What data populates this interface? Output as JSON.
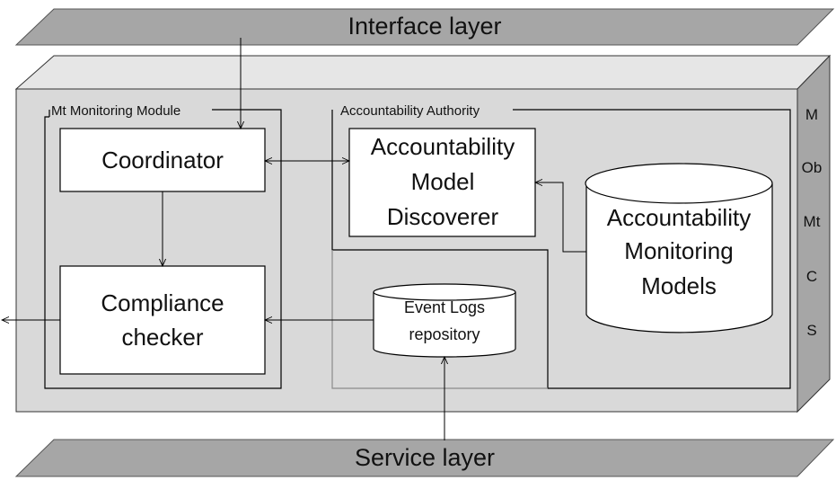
{
  "layers": {
    "interface": "Interface layer",
    "service": "Service layer"
  },
  "modules": {
    "monitoring": "Mt Monitoring Module",
    "authority": "Accountability Authority"
  },
  "boxes": {
    "coordinator": "Coordinator",
    "compliance": [
      "Compliance",
      "checker"
    ],
    "discoverer": [
      "Accountability",
      "Model",
      "Discoverer"
    ]
  },
  "stores": {
    "models": [
      "Accountability",
      "Monitoring",
      "Models"
    ],
    "event_logs": [
      "Event Logs",
      "repository"
    ]
  },
  "side_labels": [
    "M",
    "Ob",
    "Mt",
    "C",
    "S"
  ],
  "colors": {
    "layer_fill": "#a6a6a6",
    "box_front": "#d9d9d9",
    "box_side": "#a6a6a6",
    "box_top": "#e6e6e6",
    "component_fill": "#ffffff",
    "stroke": "#000000"
  }
}
